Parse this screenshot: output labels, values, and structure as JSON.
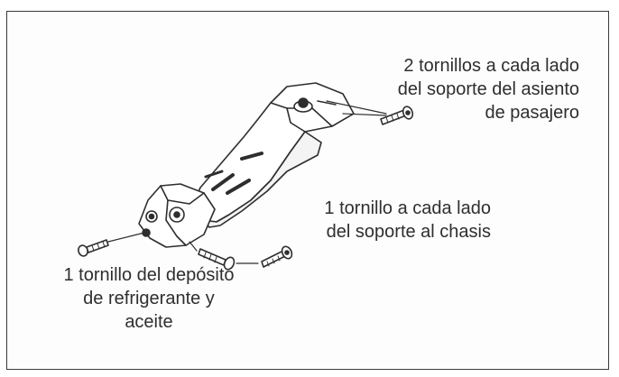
{
  "labels": {
    "seat_bolts": {
      "lines": [
        "2 tornillos a cada lado",
        "del soporte del asiento",
        "de pasajero"
      ]
    },
    "chassis_bolts": {
      "lines": [
        "1 tornillo a cada lado",
        "del soporte al chasis"
      ]
    },
    "reservoir_bolt": {
      "lines": [
        "1 tornillo del depósito",
        "de refrigerante y",
        "aceite"
      ]
    }
  },
  "colors": {
    "ink": "#2e2e2e",
    "part_fill": "#ffffff",
    "frame": "#3a3a3a"
  }
}
